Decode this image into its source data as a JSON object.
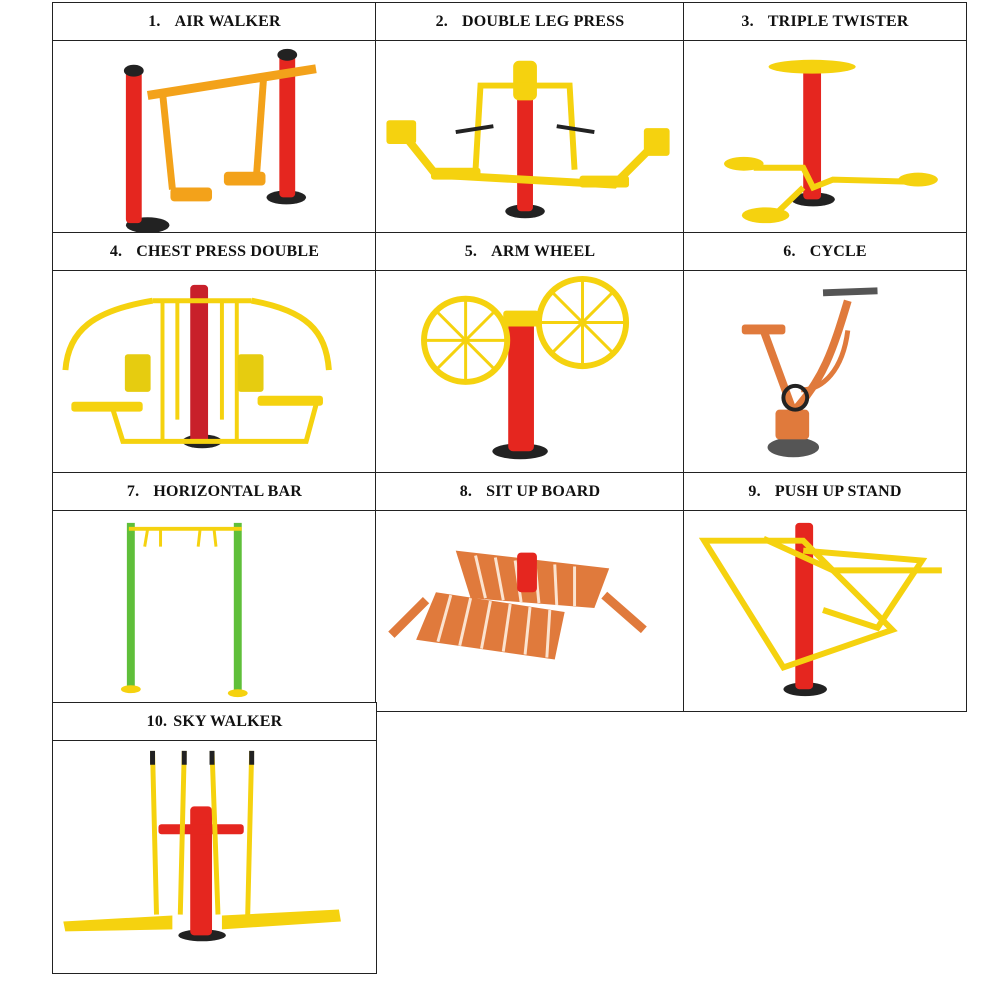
{
  "items": [
    {
      "num": "1.",
      "title": "AIR WALKER",
      "icon": "air-walker-illustration"
    },
    {
      "num": "2.",
      "title": "DOUBLE LEG PRESS",
      "icon": "double-leg-press-illustration"
    },
    {
      "num": "3.",
      "title": "TRIPLE TWISTER",
      "icon": "triple-twister-illustration"
    },
    {
      "num": "4.",
      "title": "CHEST PRESS DOUBLE",
      "icon": "chest-press-double-illustration"
    },
    {
      "num": "5.",
      "title": "ARM WHEEL",
      "icon": "arm-wheel-illustration"
    },
    {
      "num": "6.",
      "title": "CYCLE",
      "icon": "cycle-illustration"
    },
    {
      "num": "7.",
      "title": "HORIZONTAL BAR",
      "icon": "horizontal-bar-illustration"
    },
    {
      "num": "8.",
      "title": "SIT UP BOARD",
      "icon": "sit-up-board-illustration"
    },
    {
      "num": "9.",
      "title": "PUSH UP STAND",
      "icon": "push-up-stand-illustration"
    },
    {
      "num": "10.",
      "title": "SKY WALKER",
      "icon": "sky-walker-illustration"
    }
  ],
  "colors": {
    "red": "#e5261f",
    "yellow": "#f5d20f",
    "orange": "#f3a21a",
    "green": "#5fbf3a",
    "terracotta": "#e07a3c",
    "black": "#222222"
  }
}
